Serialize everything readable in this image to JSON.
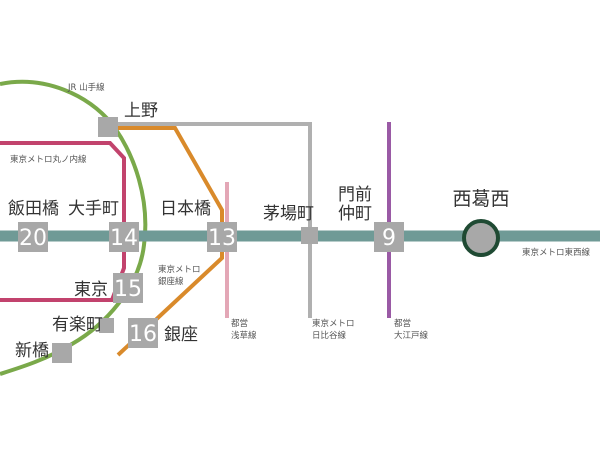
{
  "colors": {
    "tozai": "#6f9a96",
    "yamanote": "#7aa94a",
    "marunouchi": "#c2436d",
    "ginza": "#d98a2b",
    "asakusa": "#e3a7b6",
    "hibiya": "#b0b0b0",
    "oedo": "#9a5aa5",
    "station_box": "#a8a8a8",
    "nishikasai_ring": "#1f4a33"
  },
  "line_labels": {
    "yamanote": "JR 山手線",
    "marunouchi": "東京メトロ丸ノ内線",
    "ginza_1": "東京メトロ",
    "ginza_2": "銀座線",
    "asakusa_1": "都営",
    "asakusa_2": "浅草線",
    "hibiya_1": "東京メトロ",
    "hibiya_2": "日比谷線",
    "oedo_1": "都営",
    "oedo_2": "大江戸線",
    "tozai": "東京メトロ東西線"
  },
  "stations": {
    "ueno": "上野",
    "iidabashi": "飯田橋",
    "otemachi": "大手町",
    "nihonbashi": "日本橋",
    "kayabacho": "茅場町",
    "monzennakacho_1": "門前",
    "monzennakacho_2": "仲町",
    "nishikasai": "西葛西",
    "tokyo": "東京",
    "yurakucho": "有楽町",
    "shinbashi": "新橋",
    "ginza": "銀座"
  },
  "travel_times": {
    "iidabashi": "20",
    "otemachi": "14",
    "nihonbashi": "13",
    "monzennakacho": "9",
    "tokyo": "15",
    "ginza": "16"
  }
}
